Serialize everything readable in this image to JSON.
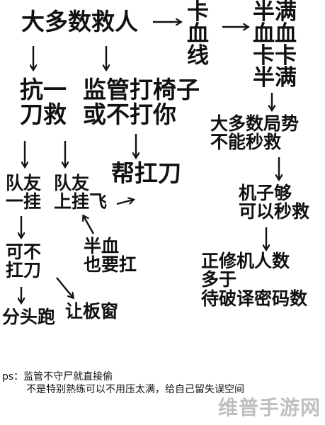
{
  "nodes": {
    "most_rescue": "大多数救人",
    "half_card_blood": {
      "line1": "卡",
      "line2": "血",
      "line3": "线"
    },
    "half_full_card": {
      "line1": "半满",
      "line2": "血血",
      "line3": "卡卡",
      "line4": "半满"
    },
    "tank_knife_rescue": {
      "line1": "抗一",
      "line2": "刀救"
    },
    "hunter_chair_or_not": {
      "line1": "监管打椅子",
      "line2": "或不打你"
    },
    "most_games_no_instant": {
      "line1": "大多数局势",
      "line2": "不能秒救"
    },
    "help_tank_knife": "帮扛刀",
    "machine_enough": {
      "line1": "机子够",
      "line2": "可以秒救"
    },
    "teammate_one_hang": {
      "line1": "队友",
      "line2": "一挂"
    },
    "teammate_up_hang_fly": {
      "line1": "队友",
      "line2": "上挂飞"
    },
    "half_blood_must_tank": {
      "line1": "半血",
      "line2": "也要扛"
    },
    "cannot_tank": {
      "line1": "可不",
      "line2": "扛刀"
    },
    "split_run": "分头跑",
    "give_board_window": "让板窗",
    "repair_more": {
      "line1": "正修机人数",
      "line2": "多于",
      "line3": "待破译密码数"
    }
  },
  "note": {
    "line1": "ps：监管不守尸就直接偷",
    "line2": "不是特别熟练可以不用压太满，给自己留失误空间"
  },
  "watermark": "维普手游网",
  "colors": {
    "text": "#111111",
    "arrow": "#111111",
    "watermark": "#bfbfbf",
    "background": "#ffffff"
  }
}
